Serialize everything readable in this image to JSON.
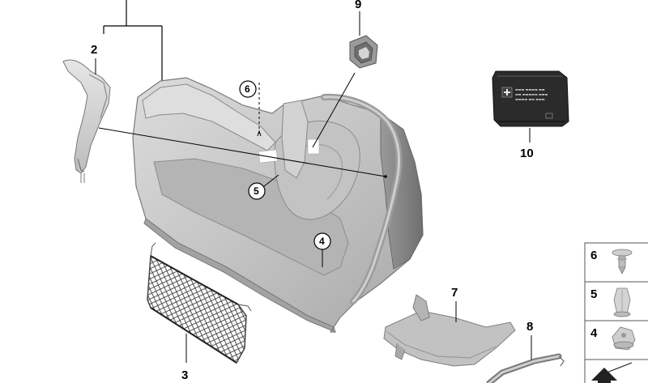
{
  "diagram": {
    "callouts": {
      "group": "",
      "c2": "2",
      "c3": "3",
      "c7": "7",
      "c8": "8",
      "c9": "9",
      "c10": "10",
      "ring4": "4",
      "ring5": "5",
      "ring6": "6"
    },
    "legend": [
      {
        "number": "6"
      },
      {
        "number": "5"
      },
      {
        "number": "4"
      }
    ],
    "colors": {
      "trim_panel": "#c9c9c9",
      "trim_shadow": "#8f8f8f",
      "first_aid_kit": "#2a2a2a",
      "line": "#000000"
    }
  }
}
